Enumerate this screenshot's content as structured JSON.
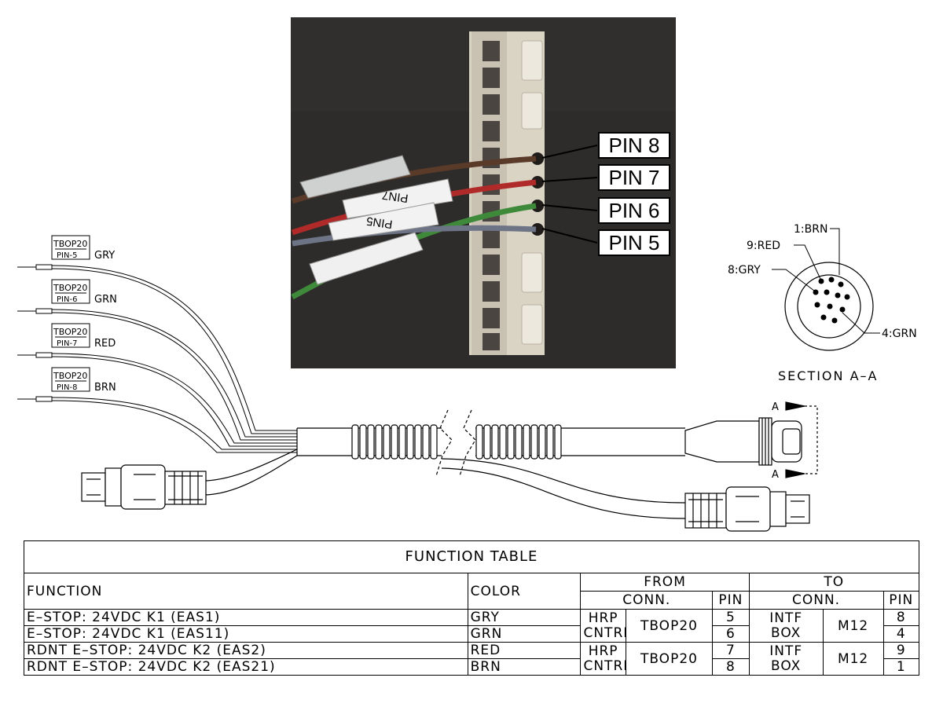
{
  "photo_labels": [
    "PIN 8",
    "PIN 7",
    "PIN 6",
    "PIN 5"
  ],
  "sleeve_labels": [
    "PIN7",
    "PIN5"
  ],
  "wire_tags": [
    {
      "tag_top": "TBOP20",
      "tag_bottom": "PIN-5",
      "color": "GRY"
    },
    {
      "tag_top": "TBOP20",
      "tag_bottom": "PIN-6",
      "color": "GRN"
    },
    {
      "tag_top": "TBOP20",
      "tag_bottom": "PIN-7",
      "color": "RED"
    },
    {
      "tag_top": "TBOP20",
      "tag_bottom": "PIN-8",
      "color": "BRN"
    }
  ],
  "section": {
    "title": "SECTION A–A",
    "labels": [
      "1:BRN",
      "9:RED",
      "8:GRY",
      "4:GRN"
    ],
    "cut_marks": [
      "A",
      "A"
    ]
  },
  "function_table": {
    "title": "FUNCTION TABLE",
    "headers": {
      "function": "FUNCTION",
      "color": "COLOR",
      "from": "FROM",
      "to": "TO",
      "conn": "CONN.",
      "pin": "PIN"
    },
    "rows": [
      {
        "function": "E–STOP: 24VDC K1 (EAS1)",
        "color": "GRY",
        "from_pin": "5",
        "to_pin": "8"
      },
      {
        "function": "E–STOP: 24VDC K1 (EAS11)",
        "color": "GRN",
        "from_pin": "6",
        "to_pin": "4"
      },
      {
        "function": "RDNT E–STOP: 24VDC K2 (EAS2)",
        "color": "RED",
        "from_pin": "7",
        "to_pin": "9"
      },
      {
        "function": "RDNT E–STOP: 24VDC K2 (EAS21)",
        "color": "BRN",
        "from_pin": "8",
        "to_pin": "1"
      }
    ],
    "groups": [
      {
        "from_line1": "HRP",
        "from_line2": "CNTRL",
        "from_conn": "TBOP20",
        "to_line1": "INTF",
        "to_line2": "BOX",
        "to_conn": "M12"
      },
      {
        "from_line1": "HRP",
        "from_line2": "CNTRL",
        "from_conn": "TBOP20",
        "to_line1": "INTF",
        "to_line2": "BOX",
        "to_conn": "M12"
      }
    ]
  },
  "colors": {
    "brown": "#5a3a28",
    "red": "#b02a2a",
    "green": "#3e8a3a",
    "gray": "#6d7486",
    "photo_bg": "#2f2d2b",
    "block": "#dcd6c8"
  }
}
